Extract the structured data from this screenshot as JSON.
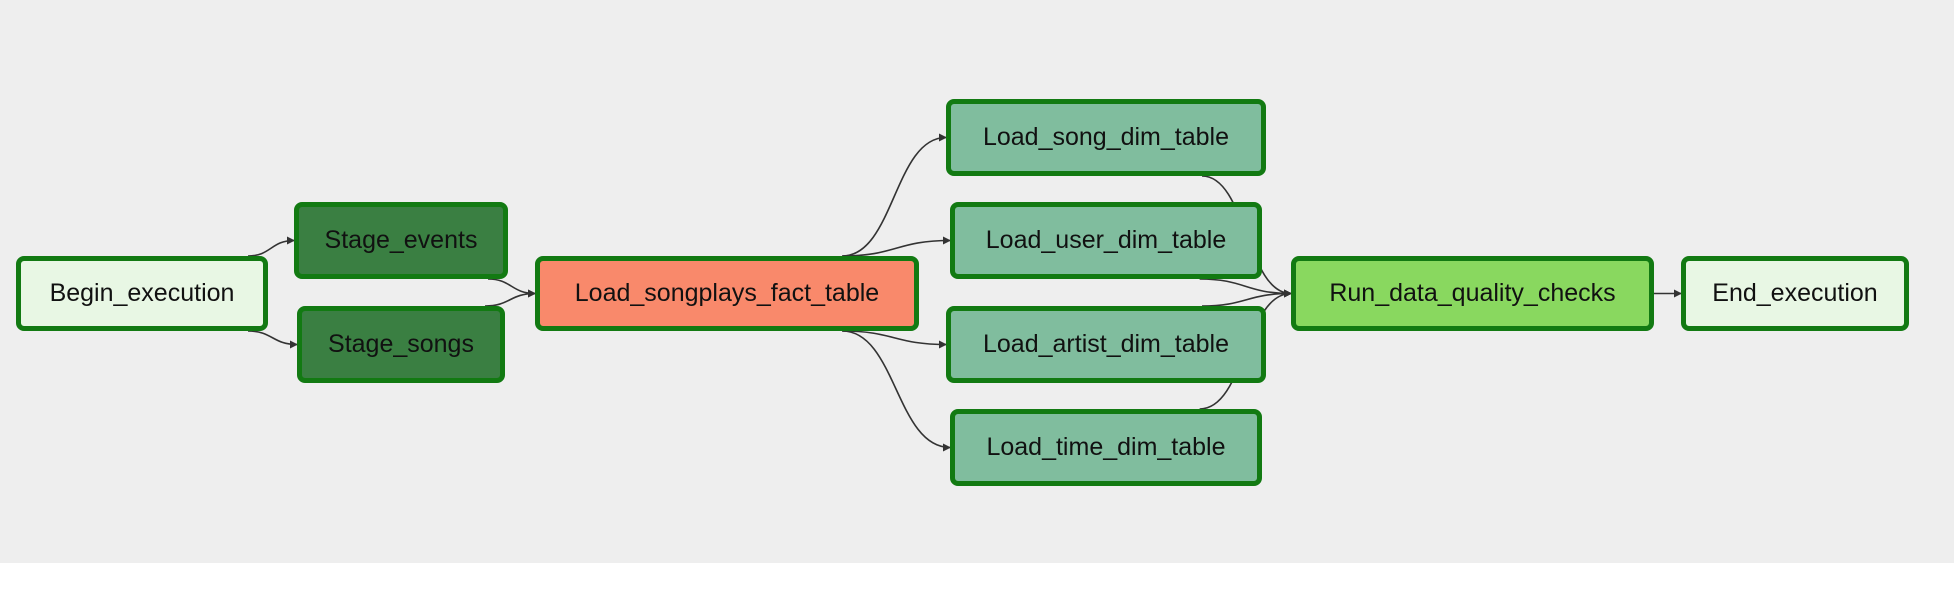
{
  "dag": {
    "nodes": [
      {
        "id": "begin_execution",
        "label": "Begin_execution",
        "color": "#e8f7e4",
        "state": "operator"
      },
      {
        "id": "stage_events",
        "label": "Stage_events",
        "color": "#3a7f42",
        "state": "operator"
      },
      {
        "id": "stage_songs",
        "label": "Stage_songs",
        "color": "#3a7f42",
        "state": "operator"
      },
      {
        "id": "load_songplays_fact_table",
        "label": "Load_songplays_fact_table",
        "color": "#f9896b",
        "state": "operator"
      },
      {
        "id": "load_song_dim_table",
        "label": "Load_song_dim_table",
        "color": "#80bd9e",
        "state": "operator"
      },
      {
        "id": "load_user_dim_table",
        "label": "Load_user_dim_table",
        "color": "#80bd9e",
        "state": "operator"
      },
      {
        "id": "load_artist_dim_table",
        "label": "Load_artist_dim_table",
        "color": "#80bd9e",
        "state": "operator"
      },
      {
        "id": "load_time_dim_table",
        "label": "Load_time_dim_table",
        "color": "#80bd9e",
        "state": "operator"
      },
      {
        "id": "run_data_quality_checks",
        "label": "Run_data_quality_checks",
        "color": "#89d85f",
        "state": "operator"
      },
      {
        "id": "end_execution",
        "label": "End_execution",
        "color": "#e8f7e4",
        "state": "operator"
      }
    ],
    "edges": [
      [
        "begin_execution",
        "stage_events"
      ],
      [
        "begin_execution",
        "stage_songs"
      ],
      [
        "stage_events",
        "load_songplays_fact_table"
      ],
      [
        "stage_songs",
        "load_songplays_fact_table"
      ],
      [
        "load_songplays_fact_table",
        "load_song_dim_table"
      ],
      [
        "load_songplays_fact_table",
        "load_user_dim_table"
      ],
      [
        "load_songplays_fact_table",
        "load_artist_dim_table"
      ],
      [
        "load_songplays_fact_table",
        "load_time_dim_table"
      ],
      [
        "load_song_dim_table",
        "run_data_quality_checks"
      ],
      [
        "load_user_dim_table",
        "run_data_quality_checks"
      ],
      [
        "load_artist_dim_table",
        "run_data_quality_checks"
      ],
      [
        "load_time_dim_table",
        "run_data_quality_checks"
      ],
      [
        "run_data_quality_checks",
        "end_execution"
      ]
    ],
    "colors": {
      "canvas": "#eeeeee",
      "border": "#127a12",
      "edge": "#333333"
    }
  }
}
